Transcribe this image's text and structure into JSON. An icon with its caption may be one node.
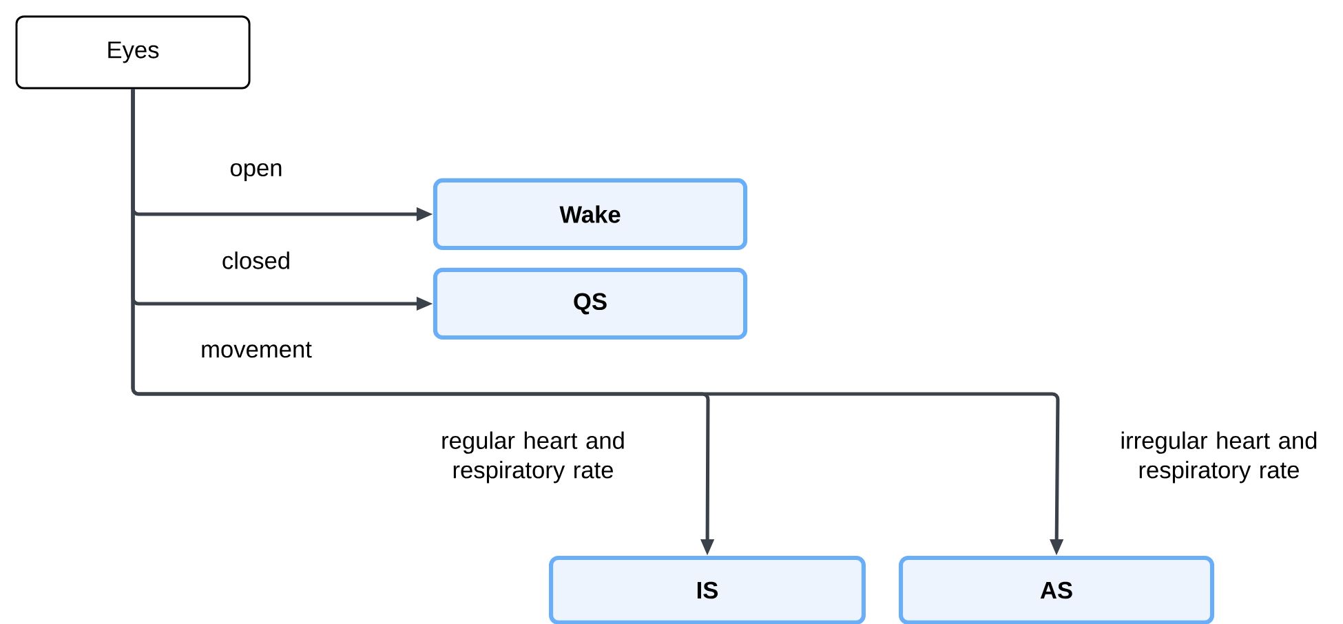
{
  "diagram": {
    "nodes": [
      {
        "text": [
          "Eyes"
        ]
      },
      {
        "text": [
          "Wake"
        ]
      },
      {
        "text": [
          "QS"
        ]
      },
      {
        "text": [
          "IS"
        ]
      },
      {
        "text": [
          "AS"
        ]
      }
    ],
    "edges": [
      {
        "from": 0,
        "to": 1,
        "arrow": "to",
        "label": "open"
      },
      {
        "from": 0,
        "to": 2,
        "arrow": "to",
        "label": "closed"
      },
      {
        "from": 0,
        "to": 3,
        "arrow": "to",
        "label": "regular heart and respiratory rate"
      },
      {
        "from": 0,
        "to": 4,
        "arrow": "to",
        "label": "irregular heart and respiratory rate"
      }
    ],
    "labels": [
      "movement"
    ]
  }
}
